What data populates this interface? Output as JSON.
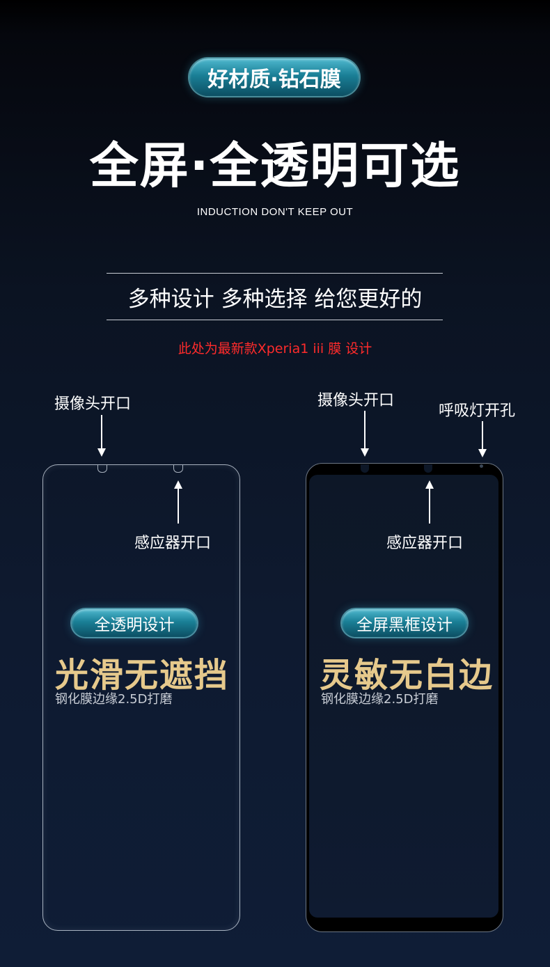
{
  "header": {
    "badge": "好材质·钻石膜",
    "headline": "全屏·全透明可选",
    "subtitle": "INDUCTION DON'T KEEP OUT",
    "tagline": "多种设计 多种选择 给您更好的",
    "note": "此处为最新款Xperia1 iii 膜 设计",
    "note_color": "#ff2b2b",
    "accent_color": "#1a7f96",
    "gold_color": "#e6c98c"
  },
  "left_film": {
    "camera_label": "摄像头开口",
    "sensor_label": "感应器开口",
    "badge": "全透明设计",
    "feature": "光滑无遮挡",
    "detail": "钢化膜边缘2.5D打磨"
  },
  "right_film": {
    "camera_label": "摄像头开口",
    "breathing_light_label": "呼吸灯开孔",
    "sensor_label": "感应器开口",
    "badge": "全屏黑框设计",
    "feature": "灵敏无白边",
    "detail": "钢化膜边缘2.5D打磨"
  }
}
